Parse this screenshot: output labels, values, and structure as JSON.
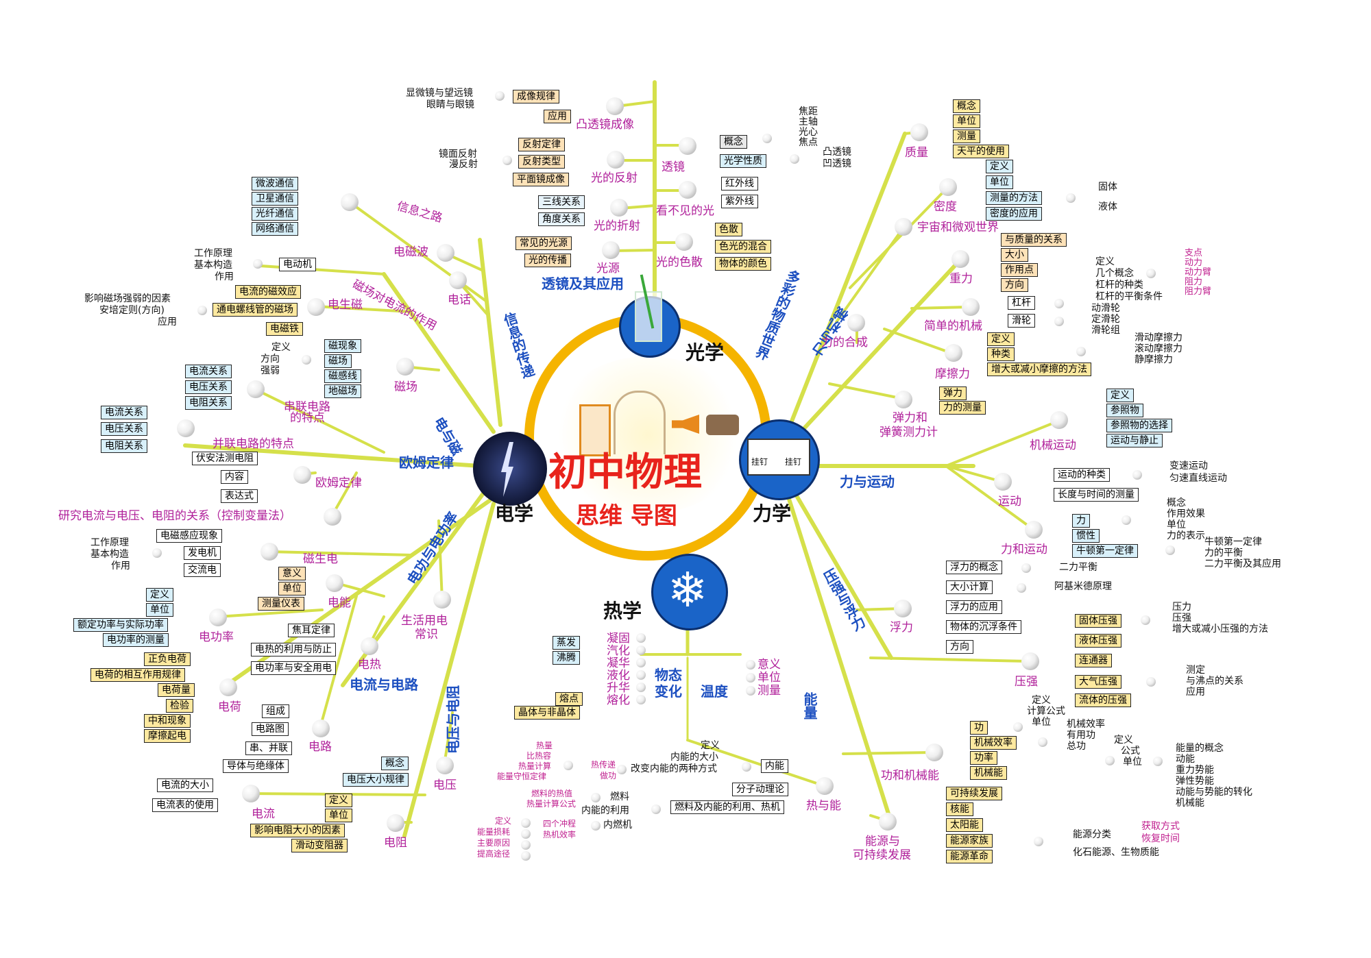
{
  "center": {
    "title": "初中物理",
    "subtitle": "思维 导图",
    "nail_left": "挂钉",
    "nail_right": "挂钉"
  },
  "domains": {
    "optics": "光学",
    "mechanics": "力学",
    "electricity": "电学",
    "heat": "热学"
  },
  "optics": {
    "trunk": "透镜及其应用",
    "convex_lens": "凸透镜成像",
    "imaging_rule": "成像规律",
    "application": "应用",
    "microscope": "显微镜与望远镜",
    "eye": "眼睛与眼镜",
    "lens": "透镜",
    "concept": "概念",
    "optical_property": "光学性质",
    "focus_terms": [
      "焦距",
      "主轴",
      "光心",
      "焦点"
    ],
    "lens_types": [
      "凸透镜",
      "凹透镜"
    ],
    "reflection": "光的反射",
    "reflection_law": "反射定律",
    "reflection_type": "反射类型",
    "plane_mirror": "平面镜成像",
    "mirror_reflect": "镜面反射",
    "diffuse_reflect": "漫反射",
    "invisible": "看不见的光",
    "infrared": "红外线",
    "ultraviolet": "紫外线",
    "refraction": "光的折射",
    "three_lines": "三线关系",
    "angle_relation": "角度关系",
    "light_source": "光源",
    "common_source": "常见的光源",
    "propagation": "光的传播",
    "dispersion": "光的色散",
    "color_light": "色散",
    "color_mix": "色光的混合",
    "object_color": "物体的颜色"
  },
  "mechanics": {
    "trunk1": "多彩的物质世界",
    "mass": "质量",
    "mass_items": [
      "概念",
      "单位",
      "测量",
      "天平的使用"
    ],
    "density": "密度",
    "density_items": [
      "定义",
      "单位",
      "测量的方法",
      "密度的应用"
    ],
    "density_states": [
      "固体",
      "液体"
    ],
    "universe": "宇宙和微观世界",
    "trunk2": "力与机械",
    "gravity": "重力",
    "gravity_items": [
      "与质量的关系",
      "大小",
      "作用点",
      "方向"
    ],
    "simple_machine": "简单的机械",
    "lever": "杠杆",
    "pulley": "滑轮",
    "lever_items": [
      "定义",
      "几个概念",
      "杠杆的种类",
      "杠杆的平衡条件"
    ],
    "lever_concepts": [
      "支点",
      "动力",
      "动力臂",
      "阻力",
      "阻力臂"
    ],
    "pulley_items": [
      "动滑轮",
      "定滑轮",
      "滑轮组"
    ],
    "force_compose": "力的合成",
    "friction": "摩擦力",
    "friction_items": [
      "定义",
      "种类",
      "增大或减小摩擦的方法"
    ],
    "friction_types": [
      "滑动摩擦力",
      "滚动摩擦力",
      "静摩擦力"
    ],
    "elastic": "弹力和",
    "elastic2": "弹簧测力计",
    "elastic_items": [
      "弹力",
      "力的测量"
    ],
    "trunk3": "力与运动",
    "mech_motion": "机械运动",
    "mech_motion_items": [
      "定义",
      "参照物",
      "参照物的选择",
      "运动与静止"
    ],
    "motion": "运动",
    "motion_kind": "运动的种类",
    "motion_kinds": [
      "变速运动",
      "匀速直线运动"
    ],
    "length_time": "长度与时间的测量",
    "force_motion": "力和运动",
    "force": "力",
    "inertia": "惯性",
    "newton": "牛顿第一定律",
    "force_items": [
      "概念",
      "作用效果",
      "单位",
      "力的表示"
    ],
    "newton_items": [
      "牛顿第一定律",
      "力的平衡",
      "二力平衡及其应用"
    ],
    "trunk4": "压强与浮力",
    "buoyancy": "浮力",
    "buoyancy_items": [
      "浮力的概念",
      "大小计算",
      "浮力的应用",
      "物体的沉浮条件",
      "方向"
    ],
    "two_force": "二力平衡",
    "archimedes": "阿基米德原理",
    "pressure": "压强",
    "pressure_items": [
      "固体压强",
      "液体压强",
      "连通器",
      "大气压强",
      "流体的压强"
    ],
    "solid_items": [
      "压力",
      "压强",
      "增大或减小压强的方法"
    ],
    "air_items": [
      "测定",
      "与沸点的关系",
      "应用"
    ],
    "trunk5": "能量",
    "work": "功和机械能",
    "work_items": [
      "功",
      "机械效率",
      "功率",
      "机械能"
    ],
    "work_sub": [
      "定义",
      "计算公式",
      "单位"
    ],
    "eff_sub": [
      "机械效率",
      "有用功",
      "总功"
    ],
    "power_sub": [
      "定义",
      "公式",
      "单位"
    ],
    "energy_sub": [
      "能量的概念",
      "动能",
      "重力势能",
      "弹性势能",
      "动能与势能的转化",
      "机械能"
    ],
    "sustain": "能源与",
    "sustain2": "可持续发展",
    "sustain_items": [
      "可持续发展",
      "核能",
      "太阳能",
      "能源家族",
      "能源革命"
    ],
    "energy_class": "能源分类",
    "energy_class_sub": [
      "获取方式",
      "恢复时间"
    ],
    "fossil": "化石能源、生物质能"
  },
  "electricity": {
    "trunk1": "信息的传递",
    "info_road": "信息之路",
    "info_items": [
      "微波通信",
      "卫星通信",
      "光纤通信",
      "网络通信"
    ],
    "em_wave": "电磁波",
    "telephone": "电话",
    "trunk2": "电与磁",
    "mag_effect": "磁场对电流的作用",
    "motor": "电动机",
    "motor_items": [
      "工作原理",
      "基本构造",
      "作用"
    ],
    "electro_mag": "电生磁",
    "em_items": [
      "电流的磁效应",
      "通电螺线管的磁场",
      "电磁铁"
    ],
    "em_left": [
      "影响磁场强弱的因素",
      "安培定则(方向)",
      "应用"
    ],
    "magnet_field": "磁场",
    "mag_items": [
      "磁现象",
      "磁场",
      "磁感线",
      "地磁场"
    ],
    "mag_left": [
      "定义",
      "方向",
      "强弱"
    ],
    "trunk3": "欧姆定律",
    "series": "串联电路",
    "series2": "的特点",
    "series_items": [
      "电流关系",
      "电压关系",
      "电阻关系"
    ],
    "parallel": "并联电路的特点",
    "parallel_items": [
      "电流关系",
      "电压关系",
      "电阻关系"
    ],
    "ohm": "欧姆定律",
    "ohm_items": [
      "伏安法测电阻",
      "内容",
      "表达式"
    ],
    "research": "研究电流与电压、电阻的关系（控制变量法）",
    "trunk4": "电功与电功率",
    "gen_mag": "磁生电",
    "gen_items": [
      "电磁感应现象",
      "发电机",
      "交流电"
    ],
    "gen_left": [
      "工作原理",
      "基本构造",
      "作用"
    ],
    "energy": "电能",
    "energy_items": [
      "意义",
      "单位",
      "测量仪表"
    ],
    "daily": "生活用电",
    "daily2": "常识",
    "power": "电功率",
    "power_items": [
      "定义",
      "单位",
      "额定功率与实际功率",
      "电功率的测量"
    ],
    "heat": "电热",
    "heat_items": [
      "焦耳定律",
      "电热的利用与防止",
      "电功率与安全用电"
    ],
    "trunk5": "电流与电路",
    "charge": "电荷",
    "charge_items": [
      "正负电荷",
      "电荷的相互作用规律",
      "电荷量",
      "检验",
      "中和现象",
      "摩擦起电"
    ],
    "circuit": "电路",
    "circuit_items": [
      "组成",
      "电路图",
      "串、并联",
      "导体与绝缘体"
    ],
    "trunk6": "电压与电阻",
    "voltage": "电压",
    "volt_items": [
      "概念",
      "电压大小规律"
    ],
    "current": "电流",
    "cur_items": [
      "电流的大小",
      "电流表的使用"
    ],
    "resistance": "电阻",
    "res_items": [
      "定义",
      "单位",
      "影响电阻大小的因素",
      "滑动变阻器"
    ]
  },
  "heat": {
    "state_change": "物态",
    "state_change2": "变化",
    "states": [
      "凝固",
      "汽化",
      "凝华",
      "液化",
      "升华",
      "熔化"
    ],
    "evap": "蒸发",
    "boil": "沸腾",
    "melt_point": "熔点",
    "crystal": "晶体与非晶体",
    "temperature": "温度",
    "temp_items": [
      "意义",
      "单位",
      "测量"
    ],
    "heat_energy": "热与能",
    "internal": "内能",
    "internal_items": [
      "定义",
      "内能的大小",
      "改变内能的两种方式"
    ],
    "transfer_items": [
      "热量",
      "比热容",
      "热量计算",
      "能量守恒定律"
    ],
    "transfer": "热传递",
    "work_do": "做功",
    "molecule": "分子动理论",
    "fuel_use": "燃料及内能的利用、热机",
    "fuel": "燃料",
    "fuel_items": [
      "燃料的热值",
      "热量计算公式"
    ],
    "internal_use": "内能的利用",
    "engine": "内燃机",
    "engine_items": [
      "四个冲程",
      "热机效率"
    ],
    "eff_items": [
      "定义",
      "能量损耗",
      "主要原因",
      "提高途径"
    ]
  }
}
